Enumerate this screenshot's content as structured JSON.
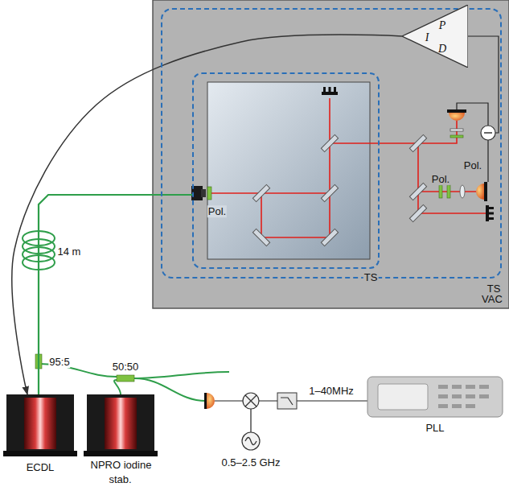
{
  "diagram": {
    "nodes": [
      {
        "text": [
          "VAC"
        ]
      },
      {
        "text": [
          "TS"
        ],
        "in": 0
      },
      {
        "text": [
          "TS"
        ],
        "in": 1
      },
      {
        "text": [
          "P",
          "I",
          "D"
        ],
        "in": 0
      },
      {
        "text": [
          "ECDL"
        ]
      },
      {
        "text": [
          "NPRO iodine stab."
        ]
      },
      {
        "text": [
          "PLL"
        ]
      }
    ],
    "edges": [
      {
        "from": 3,
        "to": 4,
        "arrow": "to"
      },
      {
        "from": 4,
        "to": 2,
        "arrow": "none"
      }
    ],
    "labels": [
      "Pol.",
      "Pol.",
      "Pol.",
      "14 m",
      "95:5",
      "50:50",
      "1–40MHz",
      "0.5–2.5 GHz"
    ]
  }
}
